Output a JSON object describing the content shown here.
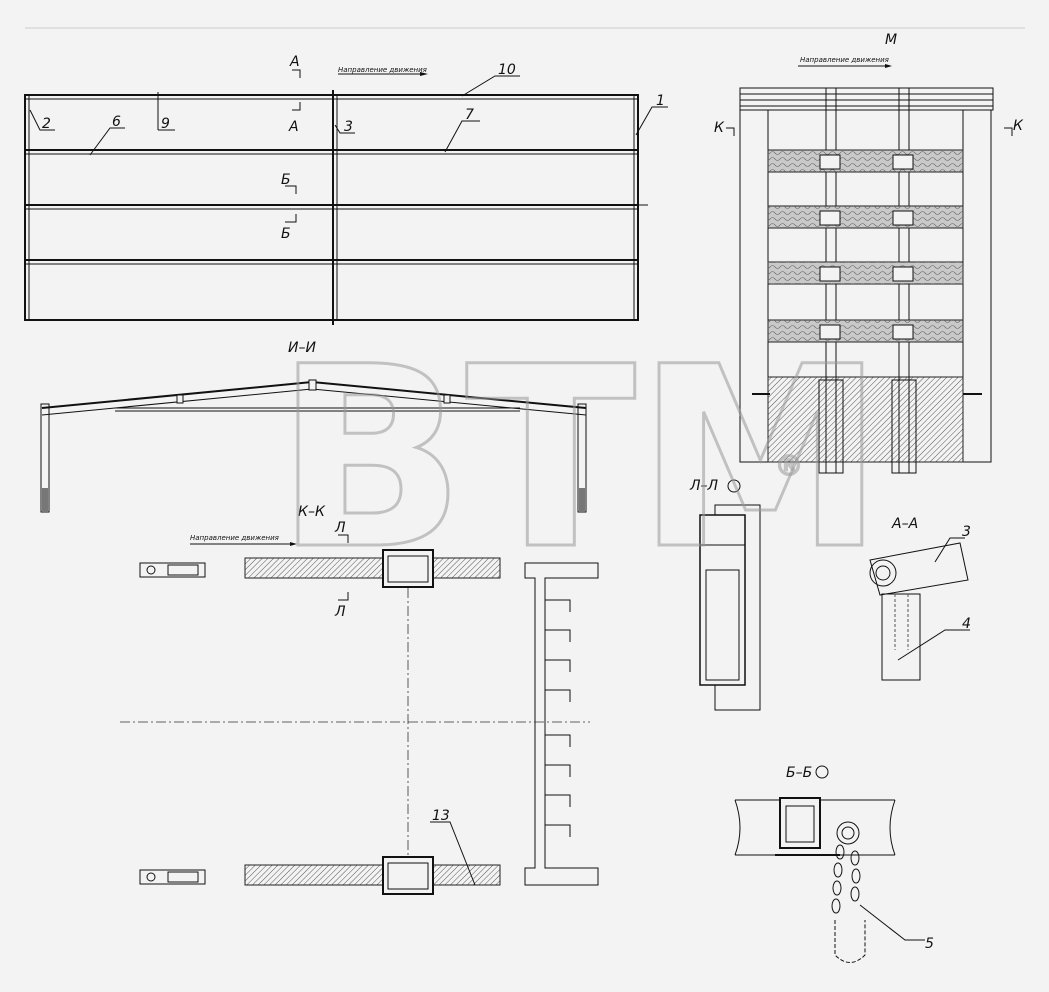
{
  "views": {
    "view_m": "М",
    "view_ii": "И–И",
    "view_kk": "К–К",
    "view_ll": "Л–Л",
    "view_aa": "А–А",
    "view_bb": "Б–Б"
  },
  "direction_text": "Направление движения",
  "section_marks": {
    "a": "А",
    "b": "Б",
    "k": "К",
    "l": "Л"
  },
  "callouts": [
    "1",
    "2",
    "3",
    "4",
    "5",
    "6",
    "7",
    "9",
    "10",
    "13"
  ],
  "watermark": {
    "text": "BTM",
    "registered": "®",
    "color": "#9a9a9a"
  }
}
